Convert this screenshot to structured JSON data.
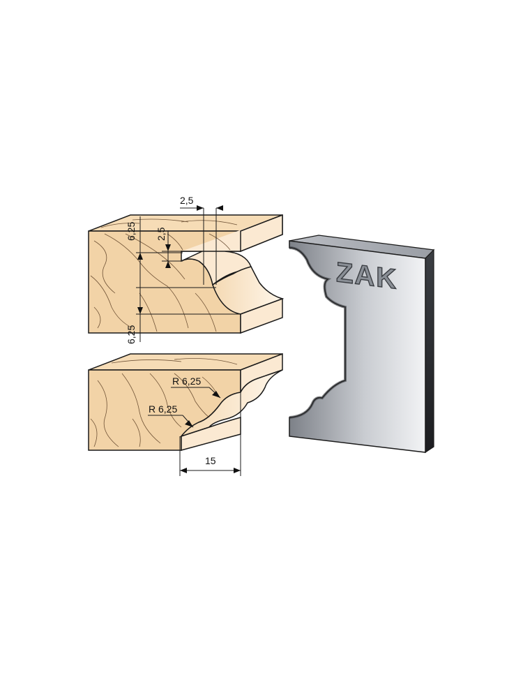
{
  "diagram": {
    "dimensions": {
      "top_width": "2,5",
      "top_depth": "2,5",
      "left_upper": "6,25",
      "left_lower": "6,25",
      "radius_upper": "R 6,25",
      "radius_lower": "R 6,25",
      "bottom_width": "15"
    },
    "knife_logo": "ZAK",
    "colors": {
      "wood_face": "#f2d3a7",
      "wood_top": "#f6dcb6",
      "wood_end": "#fbe9d2",
      "grain": "#5a3d23",
      "outline": "#1a1a1a",
      "steel_light": "#f2f3f5",
      "steel_dark": "#7d8188",
      "steel_edge": "#2b2d31"
    }
  }
}
